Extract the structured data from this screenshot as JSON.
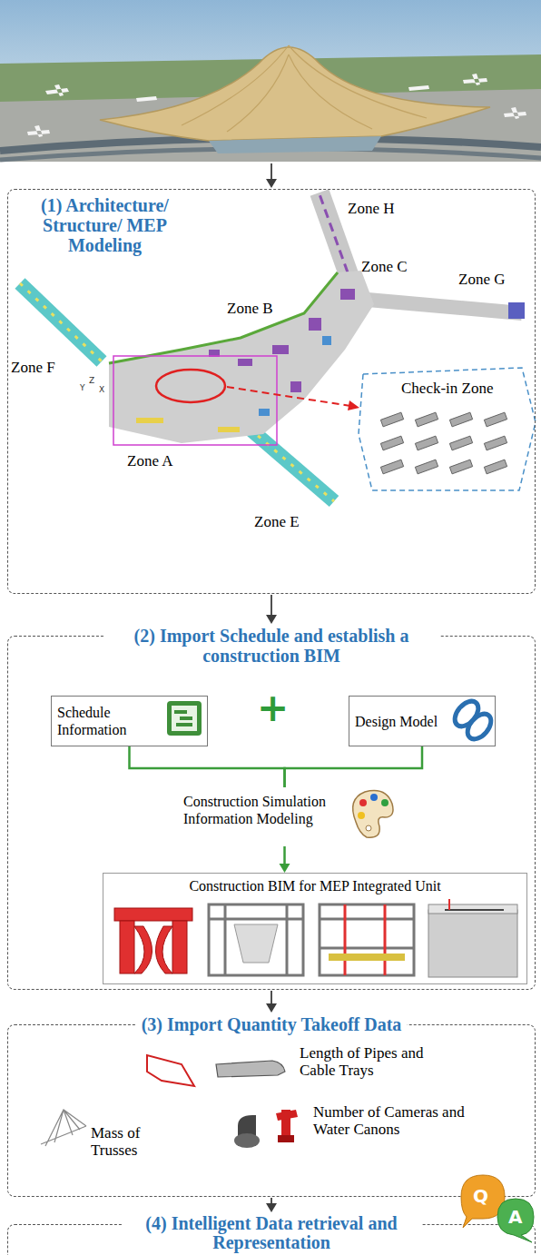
{
  "diagram": {
    "nodes": [
      {
        "text": [
          "(1) Architecture/ Structure/ MEP Modeling"
        ]
      },
      {
        "text": [
          "(2) Import Schedule and establish a construction BIM"
        ]
      },
      {
        "text": [
          "Schedule Information"
        ],
        "in": 1
      },
      {
        "text": [
          "Design Model"
        ],
        "in": 1
      },
      {
        "text": [
          "Construction Simulation Information Modeling"
        ],
        "in": 1
      },
      {
        "text": [
          "Construction BIM for MEP Integrated Unit"
        ],
        "in": 1
      },
      {
        "text": [
          "(3) Import Quantity Takeoff Data"
        ]
      },
      {
        "text": [
          "(4) Intelligent Data retrieval and Representation"
        ]
      }
    ],
    "edges": [
      {
        "from": 0,
        "to": 1,
        "arrow": "to"
      },
      {
        "from": 2,
        "to": 4,
        "arrow": "none"
      },
      {
        "from": 3,
        "to": 4,
        "arrow": "none"
      },
      {
        "from": 4,
        "to": 5,
        "arrow": "to"
      },
      {
        "from": 1,
        "to": 6,
        "arrow": "to"
      },
      {
        "from": 6,
        "to": 7,
        "arrow": "to"
      }
    ],
    "labels": [
      "Zone H",
      "Zone C",
      "Zone G",
      "Zone B",
      "Zone F",
      "Check-in Zone",
      "Zone A",
      "Zone E",
      "Y",
      "Z",
      "X",
      "+",
      "Length of Pipes and Cable Trays",
      "Mass of Trusses",
      "Number of Cameras and Water Canons",
      "Q",
      "A"
    ]
  }
}
